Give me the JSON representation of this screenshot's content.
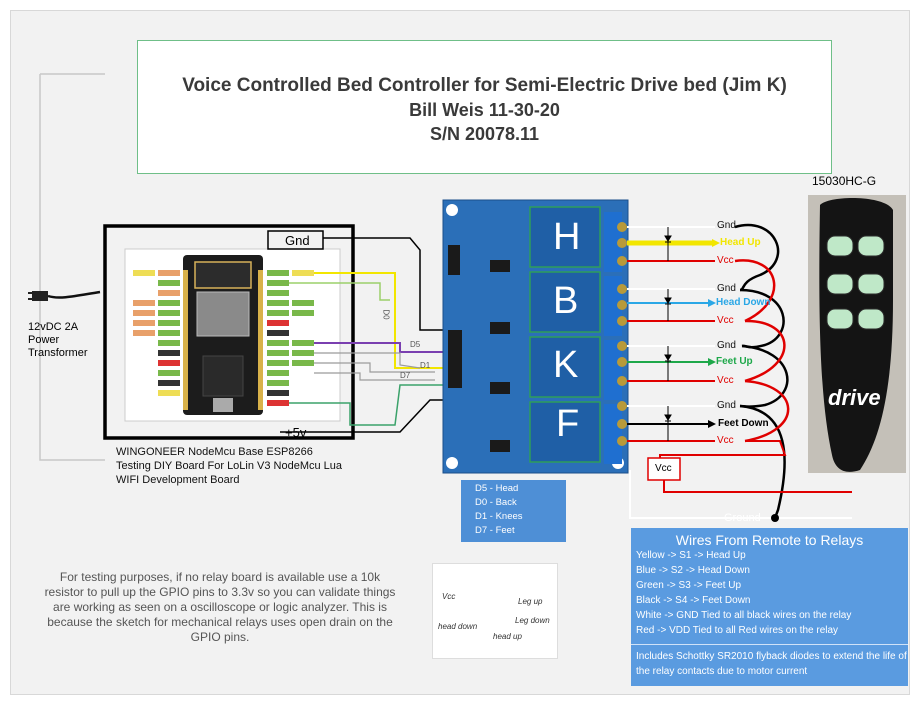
{
  "title": {
    "line1": "Voice Controlled Bed Controller for Semi-Electric Drive bed (Jim K)",
    "line2": "Bill Weis 11-30-20",
    "line3": "S/N 20078.11"
  },
  "power": {
    "line1": "12vDC 2A",
    "line2": "Power",
    "line3": "Transformer"
  },
  "mcu_board": {
    "gnd_label": "Gnd",
    "plus5_label": "+5v",
    "caption": [
      "WINGONEER NodeMcu Base ESP8266",
      "Testing DIY Board For LoLin V3 NodeMcu Lua",
      "WIFI Development Board"
    ]
  },
  "signal_labels": {
    "d0": "D0",
    "d5": "D5",
    "d1": "D1",
    "d7": "D7"
  },
  "relays": [
    {
      "letter": "H",
      "wire_label": "Head Up",
      "wire_color": "#f2e600"
    },
    {
      "letter": "B",
      "wire_label": "Head Down",
      "wire_color": "#2aa7e6"
    },
    {
      "letter": "K",
      "wire_label": "Feet Up",
      "wire_color": "#1ea84a"
    },
    {
      "letter": "F",
      "wire_label": "Feet Down",
      "wire_color": "#000000"
    }
  ],
  "relay_terminals": {
    "gnd": "Gnd",
    "vcc": "Vcc"
  },
  "vcc_box": "Vcc",
  "ground_label": "Ground",
  "pin_map": [
    "D5 - Head",
    "D0 - Back",
    "D1 - Knees",
    "D7 - Feet"
  ],
  "remote": {
    "model": "15030HC-G",
    "brand": "drive"
  },
  "wires_box": {
    "heading": "Wires From Remote to Relays",
    "lines": [
      "Yellow -> S1 -> Head Up",
      "Blue -> S2 -> Head Down",
      "Green -> S3 -> Feet Up",
      "Black -> S4 -> Feet Down",
      "White -> GND Tied to all black wires on the relay",
      "Red  -> VDD  Tied to all Red wires on the relay"
    ],
    "note": "Includes Schottky SR2010 flyback diodes to extend the life of the relay contacts due to motor current"
  },
  "testing_note": "For testing purposes, if no relay board is available use a 10k resistor to pull up the GPIO pins to 3.3v so you can validate things are working as seen on a oscilloscope or logic analyzer. This is because the sketch for mechanical relays uses open drain on the GPIO pins.",
  "sketch_labels": {
    "vcc": "Vcc",
    "leg_up": "Leg up",
    "leg_down": "Leg down",
    "head_down": "head down",
    "head_up": "head up"
  },
  "colors": {
    "relay_board": "#2b6fb8",
    "relay_module": "#1f5fa6",
    "box_blue": "#5a9be0",
    "wire_red": "#e00000",
    "wire_yellow": "#f2e600",
    "wire_blue": "#2aa7e6",
    "wire_green": "#1ea84a",
    "wire_purple": "#7a3fb0"
  }
}
